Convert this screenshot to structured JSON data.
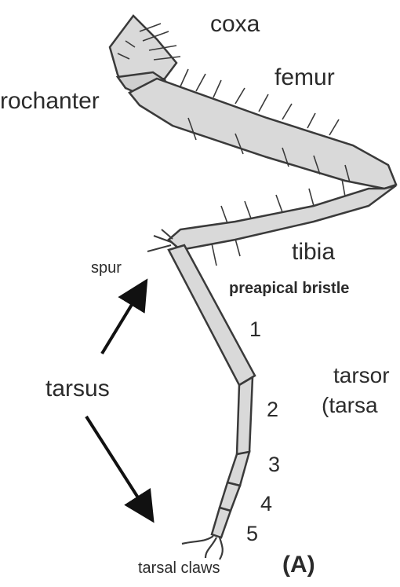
{
  "labels": {
    "coxa": "coxa",
    "trochanter": "rochanter",
    "femur": "femur",
    "spur": "spur",
    "tibia": "tibia",
    "preapical_bristle": "preapical bristle",
    "tarsomere_1": "1",
    "tarsomere_2": "2",
    "tarsomere_3": "3",
    "tarsomere_4": "4",
    "tarsomere_5": "5",
    "tarsus": "tarsus",
    "tarsomere_line1": "tarsor",
    "tarsomere_line2": "(tarsa",
    "tarsal_claws": "tarsal claws",
    "panel_letter": "(A)"
  },
  "colors": {
    "segment_fill": "#d9d9d9",
    "segment_stroke": "#3a3a3a",
    "text": "#2b2b2b",
    "arrow": "#111111"
  }
}
